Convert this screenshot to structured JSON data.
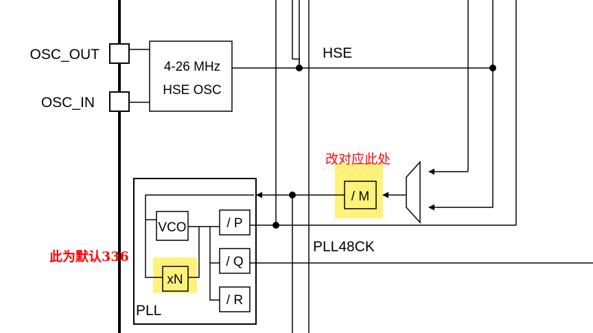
{
  "pins": {
    "osc_out": "OSC_OUT",
    "osc_in": "OSC_IN"
  },
  "hse_osc": {
    "line1": "4-26 MHz",
    "line2": "HSE OSC"
  },
  "signals": {
    "hse": "HSE",
    "pll48ck": "PLL48CK"
  },
  "divider_m": "/ M",
  "pll": {
    "title": "PLL",
    "vco": "VCO",
    "multiplier": "xN",
    "div_p": "/ P",
    "div_q": "/ Q",
    "div_r": "/ R"
  },
  "annotations": {
    "change_here": "改对应此处",
    "default_336": "此为默认336"
  },
  "colors": {
    "highlight": "#fff27a",
    "annotation": "#ff0000",
    "line": "#000000"
  }
}
